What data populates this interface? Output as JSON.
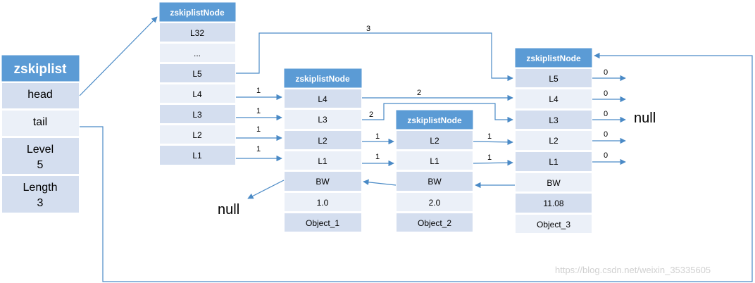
{
  "colors": {
    "header": "#5b9bd5",
    "cell_dark": "#d4deef",
    "cell_light": "#ebf0f8",
    "arrow": "#4a8ac6"
  },
  "zskiplist": {
    "title": "zskiplist",
    "head": "head",
    "tail": "tail",
    "level_label": "Level",
    "level_value": "5",
    "length_label": "Length",
    "length_value": "3"
  },
  "header_node": {
    "title": "zskiplistNode",
    "levels": [
      "L32",
      "...",
      "L5",
      "L4",
      "L3",
      "L2",
      "L1"
    ]
  },
  "nodes": [
    {
      "title": "zskiplistNode",
      "levels": [
        "L4",
        "L3",
        "L2",
        "L1"
      ],
      "backward": "BW",
      "score": "1.0",
      "obj": "Object_1"
    },
    {
      "title": "zskiplistNode",
      "levels": [
        "L2",
        "L1"
      ],
      "backward": "BW",
      "score": "2.0",
      "obj": "Object_2"
    },
    {
      "title": "zskiplistNode",
      "levels": [
        "L5",
        "L4",
        "L3",
        "L2",
        "L1"
      ],
      "backward": "BW",
      "score": "11.08",
      "obj": "Object_3"
    }
  ],
  "spans": {
    "header_l5": "3",
    "header_l4": "1",
    "header_l3": "1",
    "header_l2": "1",
    "header_l1": "1",
    "node1_l4": "2",
    "node1_l3": "2",
    "node1_l2": "1",
    "node1_l1": "1",
    "node2_l2": "1",
    "node2_l1": "1",
    "node3_l5": "0",
    "node3_l4": "0",
    "node3_l3": "0",
    "node3_l2": "0",
    "node3_l1": "0"
  },
  "null_labels": {
    "forward": "null",
    "backward": "null"
  },
  "watermark": "https://blog.csdn.net/weixin_35335605"
}
